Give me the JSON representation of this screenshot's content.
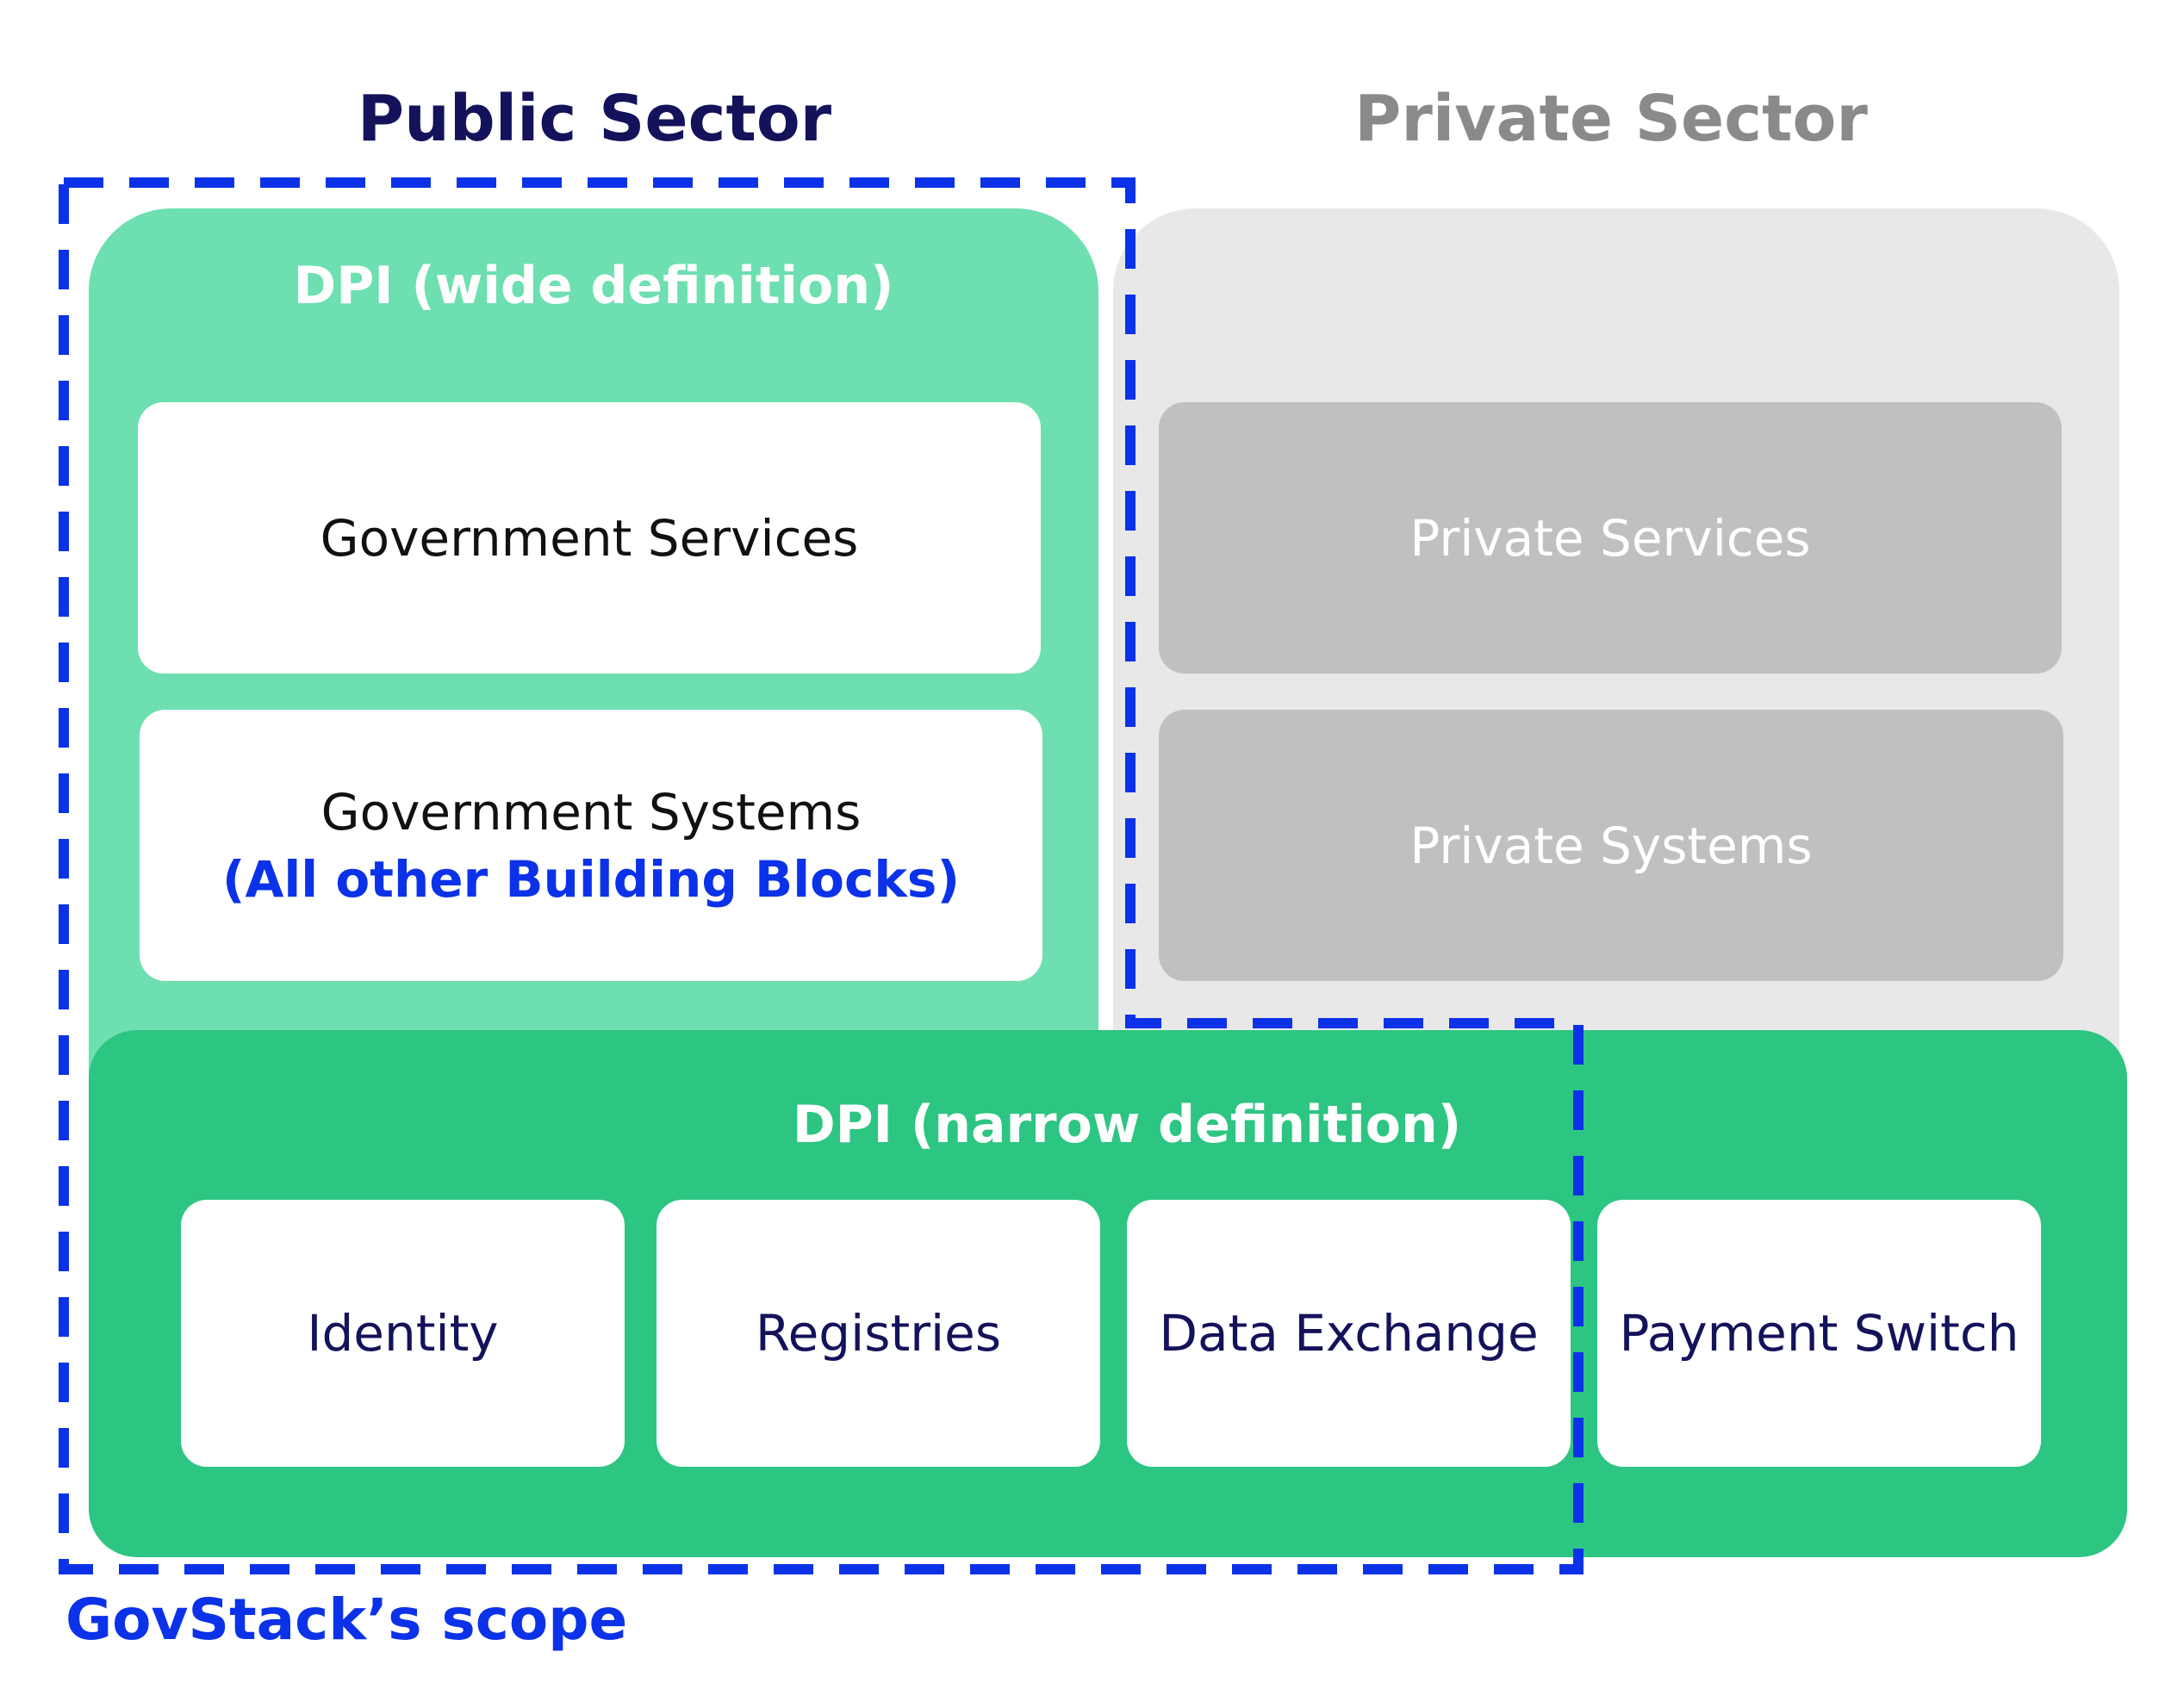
{
  "headers": {
    "public": "Public Sector",
    "private": "Private Sector"
  },
  "wide_dpi": {
    "title": "DPI (wide definition)",
    "government_services": "Government Services",
    "government_systems": "Government Systems",
    "government_systems_note": "(All other Building Blocks)"
  },
  "private": {
    "services": "Private Services",
    "systems": "Private Systems"
  },
  "narrow_dpi": {
    "title": "DPI (narrow definition)",
    "blocks": [
      "Identity",
      "Registries",
      "Data Exchange",
      "Payment Switch"
    ]
  },
  "scope_label": "GovStack’s scope",
  "colors": {
    "public_header": "#14125a",
    "private_header": "#8a8a8a",
    "wide_panel": "#6ddfb0",
    "private_panel": "#e8e8e8",
    "private_box": "#c0c0c0",
    "narrow_panel": "#2dc582",
    "scope_blue": "#0b32e8",
    "box_text": "#14125a"
  }
}
